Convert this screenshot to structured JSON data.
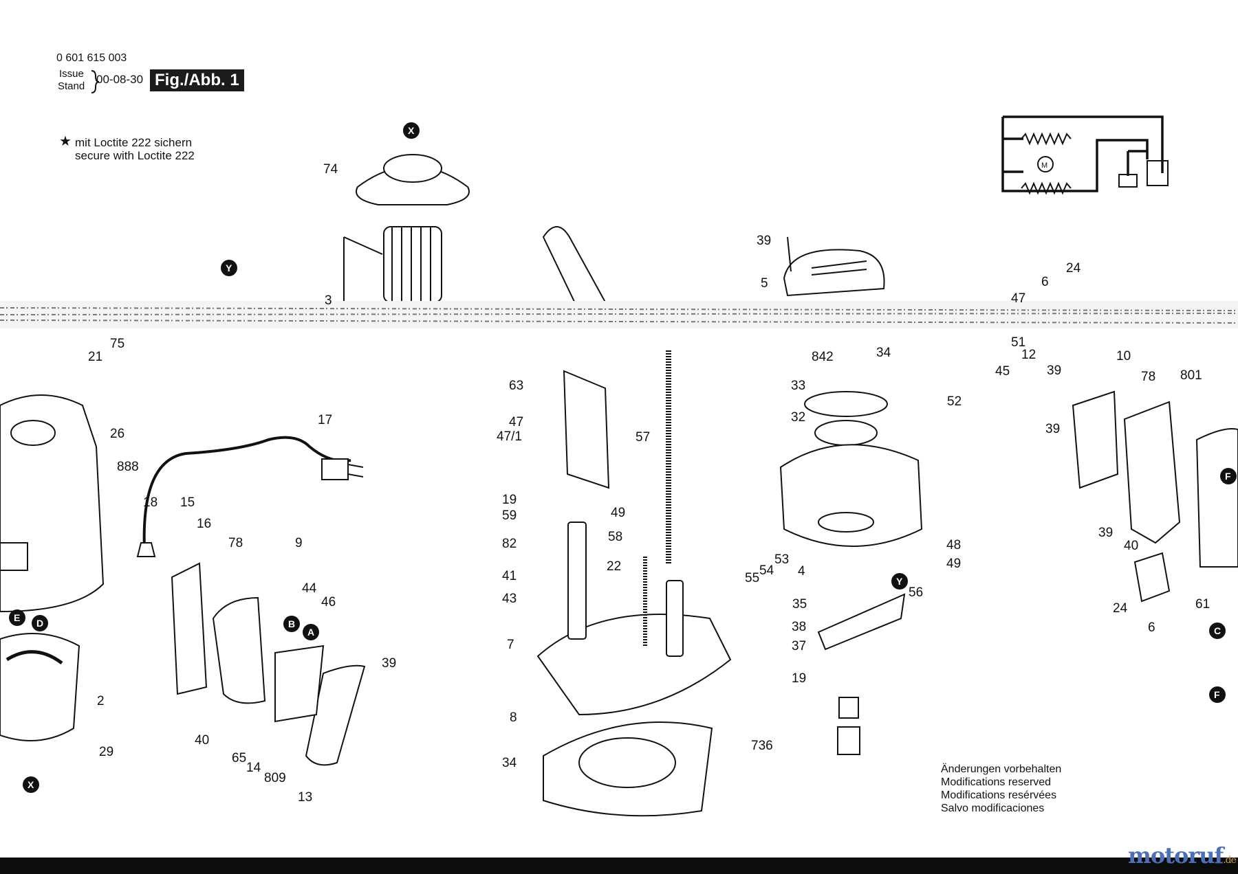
{
  "header": {
    "part_number": "0 601 615 003",
    "issue_label": "Issue",
    "stand_label": "Stand",
    "date": "00-08-30",
    "figure": "Fig./Abb. 1"
  },
  "note": {
    "line1": "mit Loctite 222 sichern",
    "line2": "secure with Loctite 222"
  },
  "footer_notes": [
    "Änderungen vorbehalten",
    "Modifications reserved",
    "Modifications resérvées",
    "Salvo modificaciones"
  ],
  "brand": {
    "name": "motoruf",
    "suffix": ".de"
  },
  "part_callouts": [
    "74",
    "3",
    "39",
    "5",
    "24",
    "6",
    "47",
    "12",
    "51",
    "45",
    "842",
    "34",
    "33",
    "32",
    "52",
    "21",
    "75",
    "26",
    "888",
    "17",
    "18",
    "15",
    "16",
    "78",
    "9",
    "44",
    "46",
    "39",
    "2",
    "29",
    "40",
    "65",
    "14",
    "809",
    "13",
    "63",
    "47",
    "47/1",
    "57",
    "19",
    "59",
    "49",
    "58",
    "82",
    "22",
    "41",
    "43",
    "7",
    "8",
    "34",
    "4",
    "48",
    "49",
    "53",
    "54",
    "55",
    "56",
    "35",
    "38",
    "37",
    "19",
    "736",
    "39",
    "10",
    "78",
    "801",
    "39",
    "39",
    "40",
    "24",
    "6",
    "61"
  ],
  "connector_tags": [
    "X",
    "Y",
    "E",
    "D",
    "B",
    "A",
    "X",
    "Y",
    "F",
    "F",
    "C"
  ],
  "icons": [
    "star-icon",
    "motor-symbol-icon",
    "switch-symbol-icon"
  ]
}
